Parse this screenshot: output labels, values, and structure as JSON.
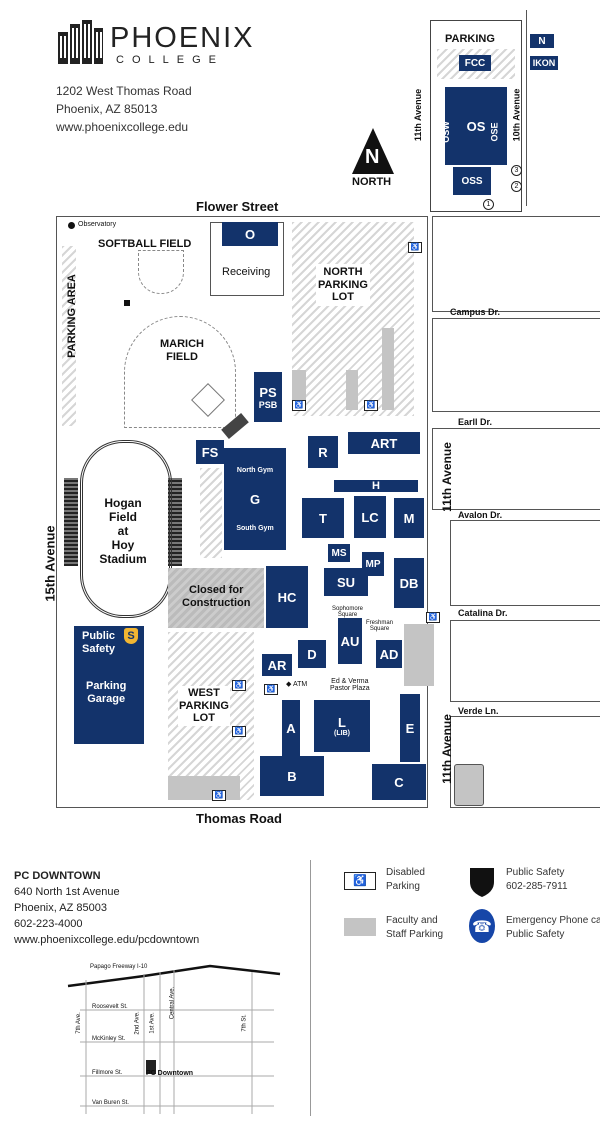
{
  "header": {
    "logo_word": "PHOENIX",
    "logo_sub": "COLLEGE",
    "address_line1": "1202 West Thomas Road",
    "address_line2": "Phoenix, AZ 85013",
    "website": "www.phoenixcollege.edu"
  },
  "north_arrow": {
    "label": "NORTH",
    "letter": "N"
  },
  "inset": {
    "parking_label": "PARKING",
    "fcc": "FCC",
    "os": "OS",
    "osw": "OSW",
    "ose": "OSE",
    "oss": "OSS",
    "ave_11": "11th Avenue",
    "ave_10": "10th Avenue",
    "n_badge": "N",
    "ikon_badge": "IKON",
    "marker_1": "1",
    "marker_2": "2",
    "marker_3": "3"
  },
  "streets": {
    "flower": "Flower Street",
    "thomas": "Thomas Road",
    "campus": "Campus Dr.",
    "earll": "Earll Dr.",
    "avalon": "Avalon Dr.",
    "catalina": "Catalina Dr.",
    "verde": "Verde Ln.",
    "ave_11_upper": "11th Avenue",
    "ave_11_lower": "11th Avenue",
    "ave_15": "15th Avenue"
  },
  "areas": {
    "observatory": "Observatory",
    "softball": "SOFTBALL FIELD",
    "marich_line1": "MARICH",
    "marich_line2": "FIELD",
    "parking_area": "PARKING AREA",
    "north_lot_line1": "NORTH",
    "north_lot_line2": "PARKING",
    "north_lot_line3": "LOT",
    "hogan": [
      "Hogan",
      "Field",
      "at",
      "Hoy",
      "Stadium"
    ],
    "closed_line1": "Closed for",
    "closed_line2": "Construction",
    "west_lot_line1": "WEST",
    "west_lot_line2": "PARKING",
    "west_lot_line3": "LOT",
    "sophomore_line1": "Sophomore",
    "sophomore_line2": "Square",
    "freshman_line1": "Freshman",
    "freshman_line2": "Square",
    "atm": "ATM",
    "plaza_line1": "Ed & Verma",
    "plaza_line2": "Pastor Plaza",
    "receiving": "Receiving"
  },
  "buildings": {
    "o": "O",
    "ps": "PS",
    "psb": "PSB",
    "fs": "FS",
    "r": "R",
    "art": "ART",
    "h": "H",
    "g": "G",
    "north_gym": "North Gym",
    "south_gym": "South Gym",
    "t": "T",
    "lc": "LC",
    "m": "M",
    "ms": "MS",
    "mp": "MP",
    "su": "SU",
    "db": "DB",
    "hc": "HC",
    "au": "AU",
    "d": "D",
    "ad": "AD",
    "ar": "AR",
    "a": "A",
    "b": "B",
    "l": "L",
    "lib": "(LIB)",
    "e": "E",
    "c": "C",
    "public_safety_line1": "Public",
    "public_safety_line2": "Safety",
    "public_safety_badge": "S",
    "garage_line1": "Parking",
    "garage_line2": "Garage"
  },
  "downtown": {
    "title": "PC DOWNTOWN",
    "address_line1": "640 North 1st Avenue",
    "address_line2": "Phoenix, AZ 85003",
    "phone": "602-223-4000",
    "website": "www.phoenixcollege.edu/pcdowntown",
    "map": {
      "freeway": "Papago Freeway",
      "i10": "I-10",
      "roosevelt": "Roosevelt St.",
      "mckinley": "McKinley St.",
      "fillmore": "Fillmore St.",
      "van_buren": "Van Buren St.",
      "ave_7th": "7th Ave.",
      "ave_2nd": "2nd Ave.",
      "ave_1st": "1st Ave.",
      "central": "Central Ave.",
      "st_7th": "7th St.",
      "pc_downtown": "PC Downtown"
    }
  },
  "legend": {
    "disabled_line1": "Disabled",
    "disabled_line2": "Parking",
    "faculty_line1": "Faculty and",
    "faculty_line2": "Staff Parking",
    "safety_line1": "Public Safety",
    "safety_line2": "602-285-7911",
    "emergency_line1": "Emergency Phone calls",
    "emergency_line2": "Public Safety"
  },
  "colors": {
    "building": "#13336b",
    "safety_badge": "#f2b632",
    "gray_parking": "#c4c4c4"
  }
}
